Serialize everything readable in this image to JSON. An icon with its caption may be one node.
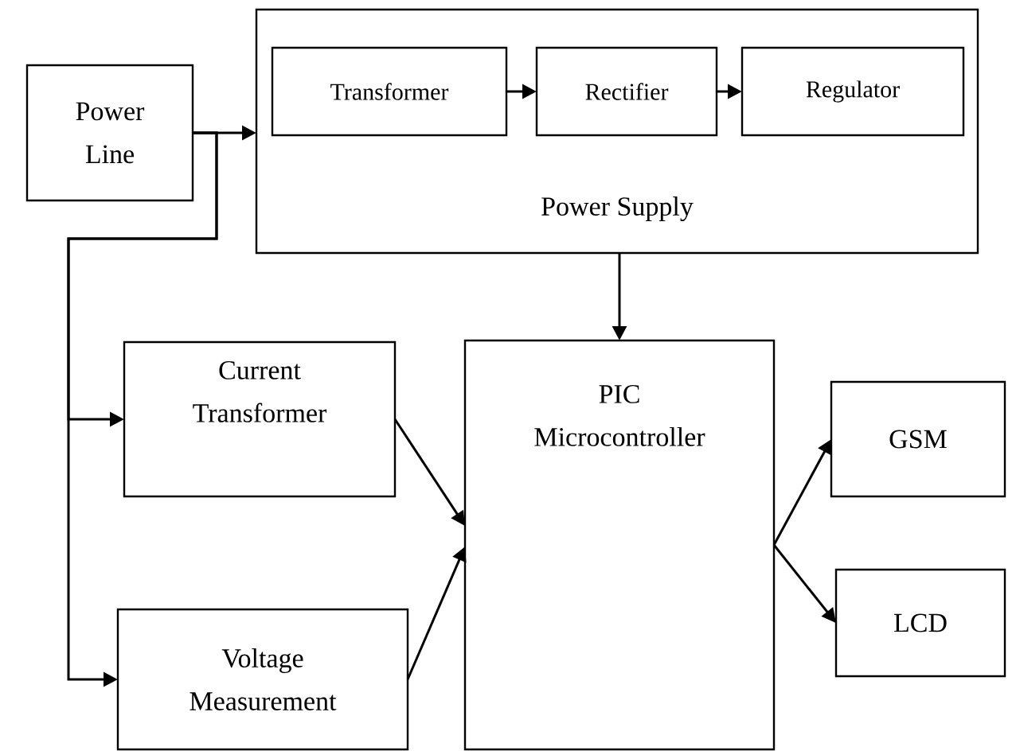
{
  "diagram": {
    "nodes": [
      {
        "text": [
          "Power Line"
        ]
      },
      {
        "text": [
          "Power Supply"
        ]
      },
      {
        "text": [
          "Transformer"
        ],
        "in": 1
      },
      {
        "text": [
          "Rectifier"
        ],
        "in": 1
      },
      {
        "text": [
          "Regulator"
        ],
        "in": 1
      },
      {
        "text": [
          "Current Transformer"
        ]
      },
      {
        "text": [
          "Voltage Measurement"
        ]
      },
      {
        "text": [
          "PIC Microcontroller"
        ]
      },
      {
        "text": [
          "GSM"
        ]
      },
      {
        "text": [
          "LCD"
        ]
      }
    ],
    "edges": [
      {
        "from": 0,
        "to": 1,
        "arrow": "to"
      },
      {
        "from": 2,
        "to": 3,
        "arrow": "to"
      },
      {
        "from": 3,
        "to": 4,
        "arrow": "to"
      },
      {
        "from": 0,
        "to": 5,
        "arrow": "to"
      },
      {
        "from": 0,
        "to": 6,
        "arrow": "to"
      },
      {
        "from": 1,
        "to": 7,
        "arrow": "to"
      },
      {
        "from": 5,
        "to": 7,
        "arrow": "to"
      },
      {
        "from": 6,
        "to": 7,
        "arrow": "to"
      },
      {
        "from": 7,
        "to": 8,
        "arrow": "to"
      },
      {
        "from": 7,
        "to": 9,
        "arrow": "to"
      }
    ]
  }
}
